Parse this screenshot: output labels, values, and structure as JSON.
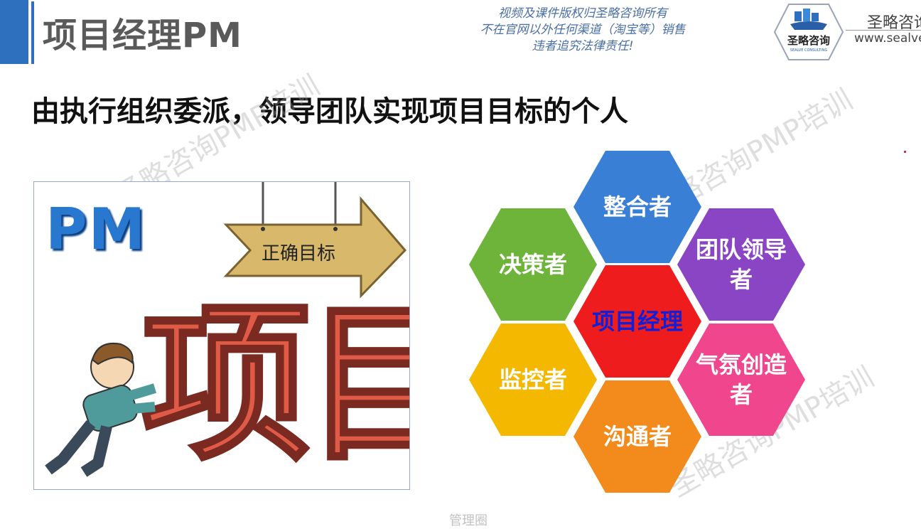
{
  "header": {
    "title": "项目经理PM",
    "copyright_lines": [
      "视频及课件版权归圣略咨询所有",
      "不在官网以外任何渠道（淘宝等）销售",
      "违者追究法律责任!"
    ],
    "logo_badge": "圣略咨询",
    "logo_badge_en": "SEALVE CONSULTING",
    "logo_name": "圣略咨询",
    "logo_url": "www.sealve"
  },
  "subtitle": "由执行组织委派，领导团队实现项目目标的个人",
  "watermark": "圣略咨询PMP培训",
  "illustration": {
    "pm_label": "PM",
    "sign_label": "正确目标",
    "big_label": "项目"
  },
  "hexagons": {
    "center": "项目经理",
    "roles": [
      {
        "label": "整合者",
        "color": "#3a7fd6"
      },
      {
        "label": "团队领导者",
        "color": "#8a45c4"
      },
      {
        "label": "气氛创造者",
        "color": "#f0468e"
      },
      {
        "label": "沟通者",
        "color": "#f28a1c"
      },
      {
        "label": "监控者",
        "color": "#f5b800"
      },
      {
        "label": "决策者",
        "color": "#6eb43a"
      }
    ],
    "center_color": "#ee1c1c"
  },
  "footer": "管理圈",
  "colors": {
    "accent": "#2e6fbe"
  }
}
